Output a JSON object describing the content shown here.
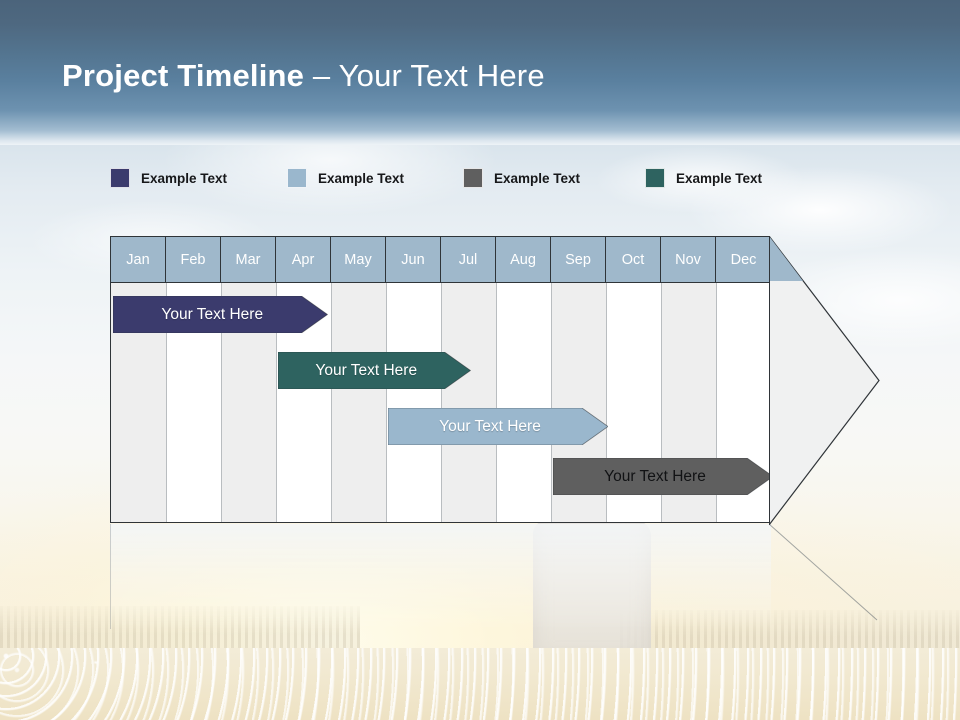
{
  "slide": {
    "title_strong": "Project Timeline",
    "title_separator": " – ",
    "title_light": "Your Text Here",
    "background_description": "sunlit-field-person-photo"
  },
  "legend": {
    "items": [
      {
        "label": "Example Text",
        "color": "#3b3b6d",
        "name": "legend-navy"
      },
      {
        "label": "Example Text",
        "color": "#9ab7cd",
        "name": "legend-light-blue"
      },
      {
        "label": "Example Text",
        "color": "#5f5f5f",
        "name": "legend-gray"
      },
      {
        "label": "Example Text",
        "color": "#2e6360",
        "name": "legend-teal"
      }
    ]
  },
  "chart_data": {
    "type": "bar",
    "title": "Project Timeline",
    "categories": [
      "Jan",
      "Feb",
      "Mar",
      "Apr",
      "May",
      "Jun",
      "Jul",
      "Aug",
      "Sep",
      "Oct",
      "Nov",
      "Dec"
    ],
    "xlabel": "",
    "ylabel": "",
    "grid": true,
    "legend_position": "top",
    "series": [
      {
        "name": "Example Text",
        "label": "Your  Text Here",
        "color": "#3b3b6d",
        "text_color": "light",
        "start_month": "Jan",
        "end_month": "Apr",
        "start_index": 0,
        "span": 3.9
      },
      {
        "name": "Example Text",
        "label": "Your  Text Here",
        "color": "#2e6360",
        "text_color": "light",
        "start_month": "Apr",
        "end_month": "Jul",
        "start_index": 3,
        "span": 3.5
      },
      {
        "name": "Example Text",
        "label": "Your  Text Here",
        "color": "#9ab7cd",
        "text_color": "light",
        "start_month": "Jun",
        "end_month": "Sep",
        "start_index": 5,
        "span": 4.0
      },
      {
        "name": "Example Text",
        "label": "Your  Text Here",
        "color": "#5f5f5f",
        "text_color": "dark",
        "start_month": "Sep",
        "end_month": "Dec",
        "start_index": 8,
        "span": 4.0
      }
    ],
    "header_background": "#9fb8cb",
    "header_text_color": "#ffffff",
    "column_shaded_color": "#eeeeee",
    "column_plain_color": "#ffffff",
    "frame_color": "#2f3438"
  }
}
